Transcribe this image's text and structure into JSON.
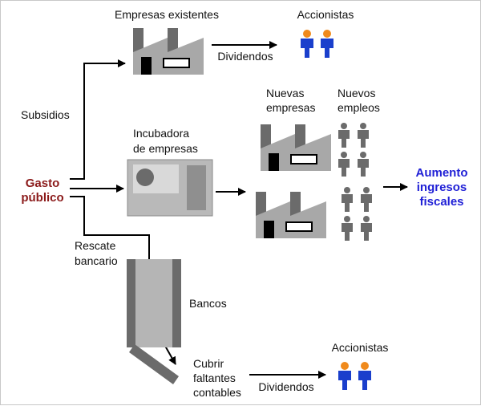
{
  "labels": {
    "empresas_existentes": "Empresas existentes",
    "accionistas_top": "Accionistas",
    "dividendos_top": "Dividendos",
    "subsidios": "Subsidios",
    "nuevas_empresas_1": "Nuevas",
    "nuevas_empresas_2": "empresas",
    "nuevos_empleos_1": "Nuevos",
    "nuevos_empleos_2": "empleos",
    "incubadora_1": "Incubadora",
    "incubadora_2": "de empresas",
    "gasto_1": "Gasto",
    "gasto_2": "público",
    "aumento_1": "Aumento",
    "aumento_2": "ingresos",
    "aumento_3": "fiscales",
    "rescate_1": "Rescate",
    "rescate_2": "bancario",
    "bancos": "Bancos",
    "cubrir_1": "Cubrir",
    "cubrir_2": "faltantes",
    "cubrir_3": "contables",
    "dividendos_bottom": "Dividendos",
    "accionistas_bottom": "Accionistas"
  },
  "colors": {
    "gasto": "#8b1a1a",
    "aumento": "#1f1fd6",
    "person_body": "#1a3fcc",
    "person_head": "#f08a1c",
    "worker": "#6b6b6b",
    "factory": "#6b6b6b",
    "factory_body": "#a8a8a8"
  },
  "icons": {
    "factory": "factory-icon",
    "shareholder": "person-icon",
    "worker": "worker-icon",
    "incubator": "incubator-icon",
    "bank": "bank-icon"
  }
}
